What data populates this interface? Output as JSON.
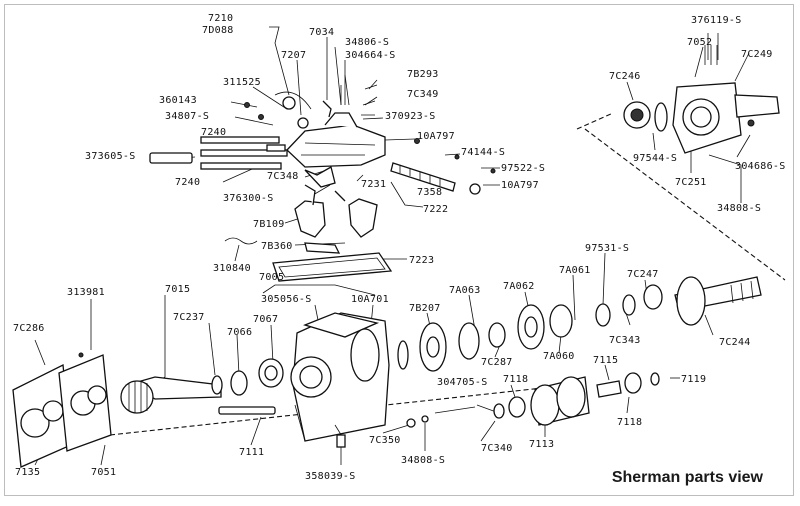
{
  "caption": "Sherman parts view",
  "labels": [
    "7210",
    "7D088",
    "7034",
    "34806-S",
    "304664-S",
    "7207",
    "311525",
    "360143",
    "34807-S",
    "7B293",
    "7C349",
    "370923-S",
    "7240",
    "10A797",
    "373605-S",
    "74144-S",
    "97522-S",
    "7C348",
    "7358",
    "10A797",
    "7240",
    "376300-S",
    "7231",
    "7222",
    "7B109",
    "7B360",
    "310840",
    "7223",
    "7052",
    "376119-S",
    "7C249",
    "7C246",
    "97544-S",
    "7C251",
    "304686-S",
    "34808-S",
    "97531-S",
    "7A061",
    "7C247",
    "7A062",
    "7A063",
    "7B207",
    "7C343",
    "7C244",
    "313981",
    "7015",
    "7005",
    "305056-S",
    "10A701",
    "7C286",
    "7C237",
    "7066",
    "7067",
    "7C287",
    "7A060",
    "7115",
    "7119",
    "304705-S",
    "7118",
    "7118",
    "7C350",
    "7C340",
    "7113",
    "34808-S",
    "7111",
    "7135",
    "7051",
    "358039-S"
  ]
}
